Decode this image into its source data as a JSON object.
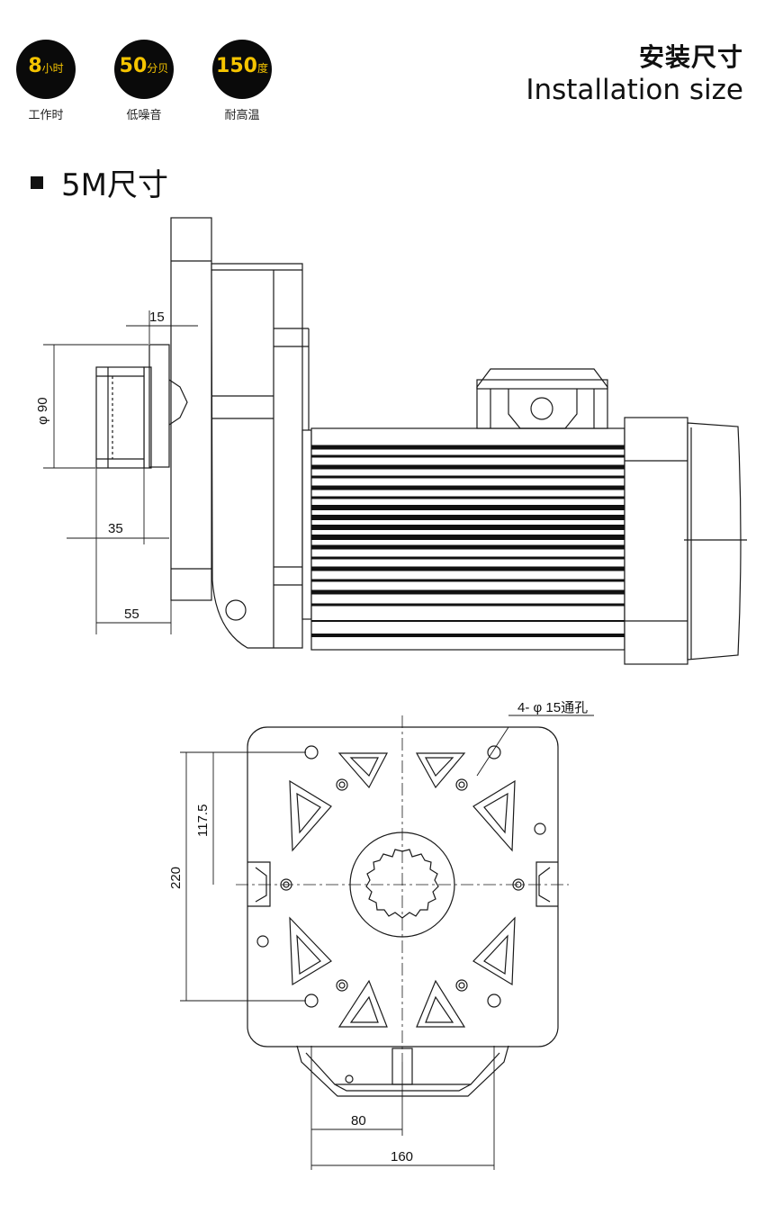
{
  "badges": [
    {
      "num": "8",
      "unit": "小时",
      "label": "工作时"
    },
    {
      "num": "50",
      "unit": "分贝",
      "label": "低噪音"
    },
    {
      "num": "150",
      "unit": "度",
      "label": "耐高温"
    }
  ],
  "header": {
    "title_cn": "安装尺寸",
    "title_en": "Installation size"
  },
  "section_title": "5M尺寸",
  "side_view": {
    "dim_15": "15",
    "dim_90": "φ 90",
    "dim_35": "35",
    "dim_55": "55"
  },
  "front_view": {
    "dim_hole": "4- φ 15通孔",
    "dim_117": "117.5",
    "dim_220": "220",
    "dim_80": "80",
    "dim_160": "160"
  },
  "colors": {
    "badge_bg": "#0a0a0a",
    "badge_text": "#f5c400",
    "line": "#1a1a1a"
  }
}
